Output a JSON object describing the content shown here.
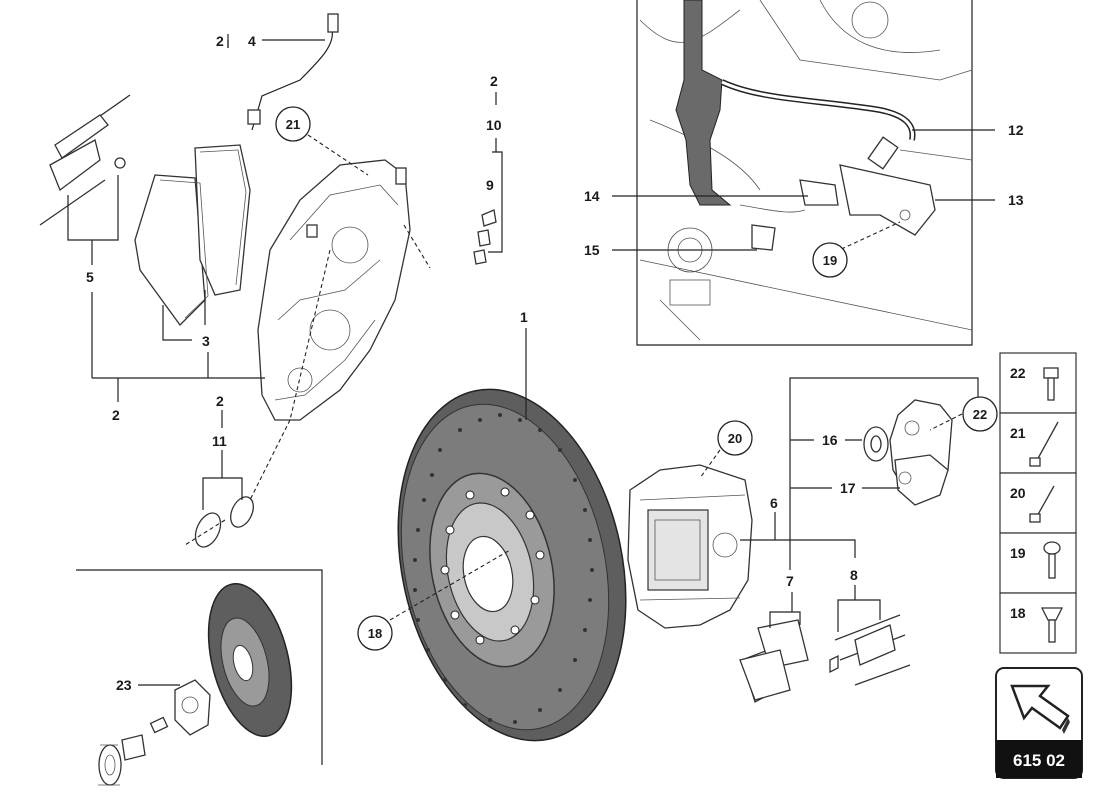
{
  "labels": {
    "l1": "1",
    "l2a": "2",
    "l4": "4",
    "l2b": "2",
    "l10": "10",
    "l9": "9",
    "l5": "5",
    "l3": "3",
    "l2c": "2",
    "l2d": "2",
    "l11": "11",
    "l12": "12",
    "l13": "13",
    "l14": "14",
    "l15": "15",
    "l16": "16",
    "l17": "17",
    "l6": "6",
    "l7": "7",
    "l8": "8",
    "l23": "23"
  },
  "callouts": {
    "c21": "21",
    "c19": "19",
    "c20": "20",
    "c18": "18",
    "c22": "22"
  },
  "legend": [
    {
      "number": "22",
      "icon": "hex-bolt-short-icon"
    },
    {
      "number": "21",
      "icon": "long-bolt-icon"
    },
    {
      "number": "20",
      "icon": "medium-bolt-icon"
    },
    {
      "number": "19",
      "icon": "round-head-screw-icon"
    },
    {
      "number": "18",
      "icon": "countersunk-screw-icon"
    }
  ],
  "diagram_code": "615 02"
}
